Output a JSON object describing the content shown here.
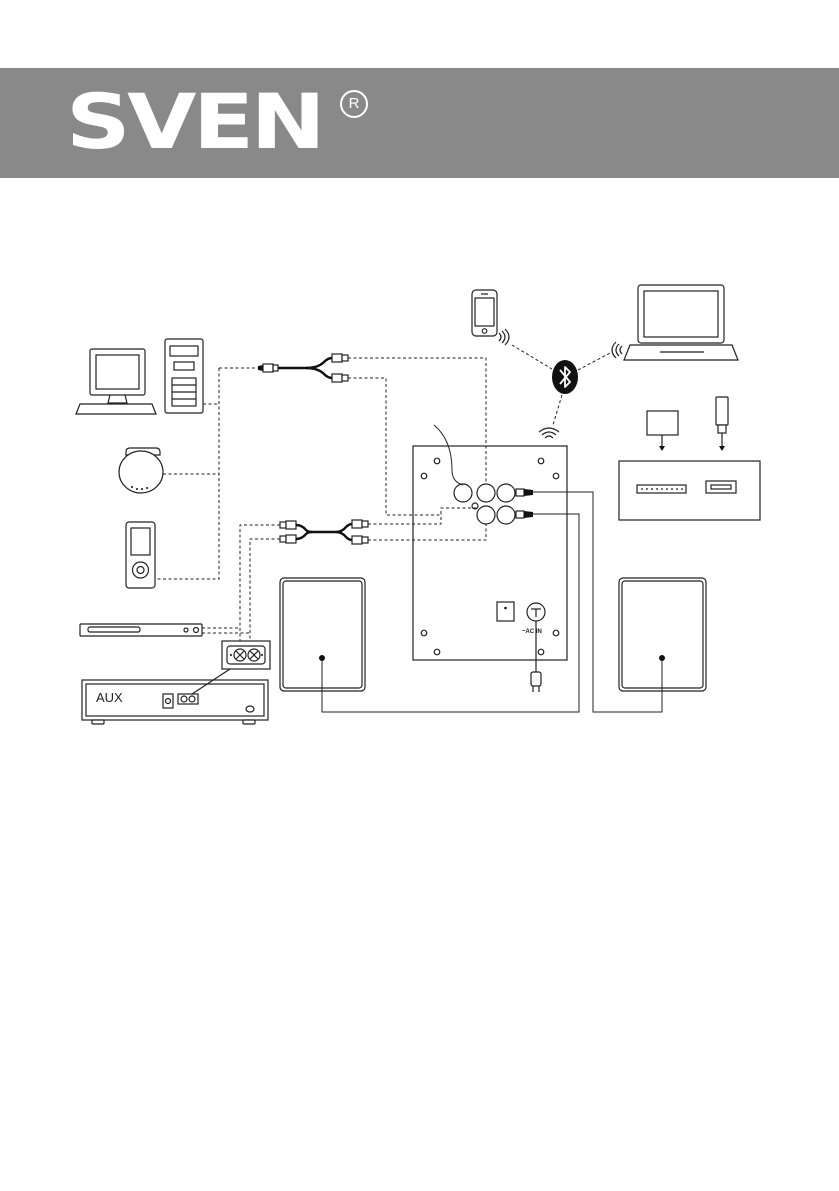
{
  "header": {
    "brand": "SVEN",
    "registered_mark": "R",
    "band_color": "#898989"
  },
  "diagram": {
    "labels": {
      "aux": "AUX",
      "ac_in": "~AC IN"
    },
    "devices": [
      "pc-monitor-icon",
      "pc-tower-icon",
      "cd-player-icon",
      "mp3-player-icon",
      "dvd-player-icon",
      "amplifier-icon",
      "smartphone-icon",
      "laptop-icon",
      "bluetooth-icon",
      "sd-card-icon",
      "usb-flash-icon",
      "subwoofer-panel",
      "satellite-speaker-left",
      "satellite-speaker-right",
      "power-plug-icon"
    ],
    "stroke_color": "#222222"
  }
}
